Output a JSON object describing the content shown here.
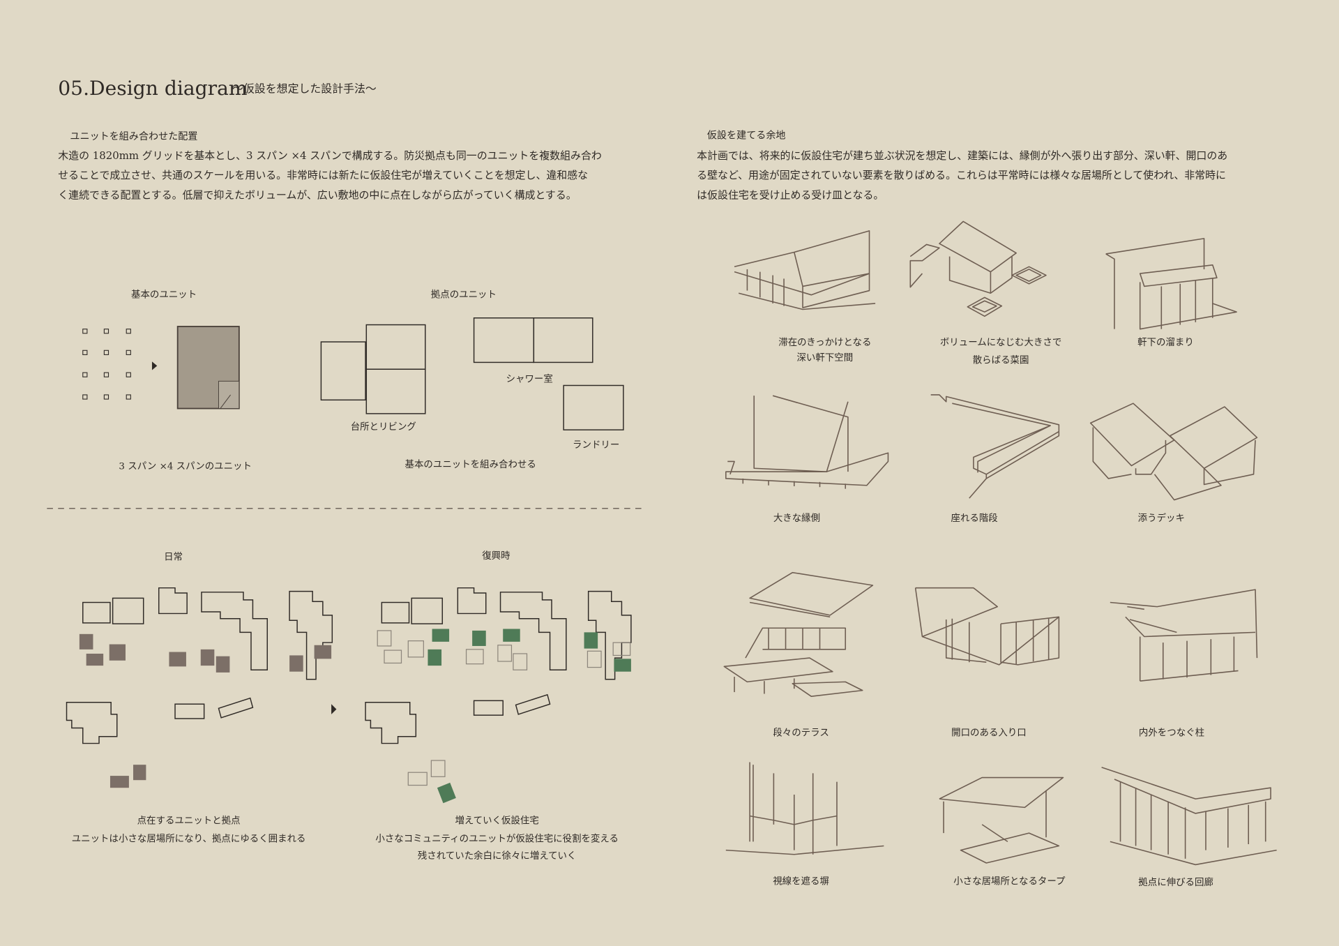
{
  "header": {
    "title": "05.Design diagram",
    "subtitle": "～仮設を想定した設計手法～"
  },
  "left_section": {
    "heading": "ユニットを組み合わせた配置",
    "lines": [
      "木造の 1820mm グリッドを基本とし、3 スパン ×4 スパンで構成する。防災拠点も同一のユニットを複数組み合わ",
      "せることで成立させ、共通のスケールを用いる。非常時には新たに仮設住宅が増えていくことを想定し、違和感な",
      "く連続できる配置とする。低層で抑えたボリュームが、広い敷地の中に点在しながら広がっていく構成とする。"
    ]
  },
  "right_section": {
    "heading": "仮設を建てる余地",
    "lines": [
      "本計画では、将来的に仮設住宅が建ち並ぶ状況を想定し、建築には、縁側が外へ張り出す部分、深い軒、開口のあ",
      "る壁など、用途が固定されていない要素を散りばめる。これらは平常時には様々な居場所として使われ、非常時に",
      "は仮設住宅を受け止める受け皿となる。"
    ]
  },
  "unit_diagram": {
    "basic_label": "基本のユニット",
    "basic_caption": "3 スパン ×4 スパンのユニット",
    "base_label": "拠点のユニット",
    "base_caption": "基本のユニットを組み合わせる",
    "rooms": [
      "台所とリビング",
      "シャワー室",
      "ランドリー"
    ]
  },
  "site_plans": {
    "daily": {
      "label": "日常",
      "caption": [
        "点在するユニットと拠点",
        "ユニットは小さな居場所になり、拠点にゆるく囲まれる"
      ]
    },
    "recovery": {
      "label": "復興時",
      "caption": [
        "増えていく仮設住宅",
        "小さなコミュニティのユニットが仮設住宅に役割を変える",
        "残されていた余白に徐々に増えていく"
      ]
    }
  },
  "sketches": [
    {
      "caption": [
        "滞在のきっかけとなる",
        "深い軒下空間"
      ]
    },
    {
      "caption": [
        "ボリュームになじむ大きさで",
        "散らばる菜園"
      ]
    },
    {
      "caption": [
        "軒下の溜まり"
      ]
    },
    {
      "caption": [
        "大きな縁側"
      ]
    },
    {
      "caption": [
        "座れる階段"
      ]
    },
    {
      "caption": [
        "添うデッキ"
      ]
    },
    {
      "caption": [
        "段々のテラス"
      ]
    },
    {
      "caption": [
        "開口のある入り口"
      ]
    },
    {
      "caption": [
        "内外をつなぐ柱"
      ]
    },
    {
      "caption": [
        "視線を遮る塀"
      ]
    },
    {
      "caption": [
        "小さな居場所となるタープ"
      ]
    },
    {
      "caption": [
        "拠点に伸びる回廊"
      ]
    }
  ],
  "colors": {
    "background": "#e0d9c6",
    "line": "#6e5e52",
    "existing_unit": "#7c6f67",
    "temporary_housing": "#4f7b57"
  }
}
